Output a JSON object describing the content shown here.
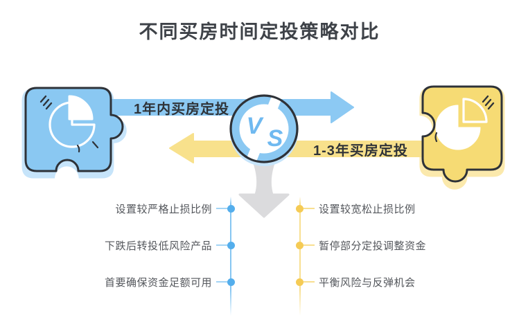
{
  "title": "不同买房时间定投策略对比",
  "versus": {
    "v": "V",
    "s": "S"
  },
  "strategies": {
    "short_term": {
      "label": "1年内买房定投",
      "items": [
        "设置较严格止损比例",
        "下跌后转投低风险产品",
        "首要确保资金足额可用"
      ],
      "color": "#8ac8f2"
    },
    "long_term": {
      "label": "1-3年买房定投",
      "items": [
        "设置较宽松止损比例",
        "暂停部分定投调整资金",
        "平衡风险与反弹机会"
      ],
      "color": "#f6db74"
    }
  },
  "icons": {
    "left_puzzle": "puzzle-piece-with-pie-chart",
    "right_puzzle": "puzzle-piece-with-pie-chart",
    "center": "vs-badge",
    "down": "down-arrow"
  },
  "colors": {
    "blue": "#8ac8f2",
    "blue_shadow": "#c6e4fa",
    "yellow": "#f6db74",
    "yellow_shadow": "#fbe9ac",
    "outline": "#2e3238",
    "gray_arrow": "#dbdbdd",
    "title_text": "#3e4248",
    "list_text": "#54575c",
    "blue_dot": "#54aeec",
    "yellow_dot": "#f5cb55"
  }
}
